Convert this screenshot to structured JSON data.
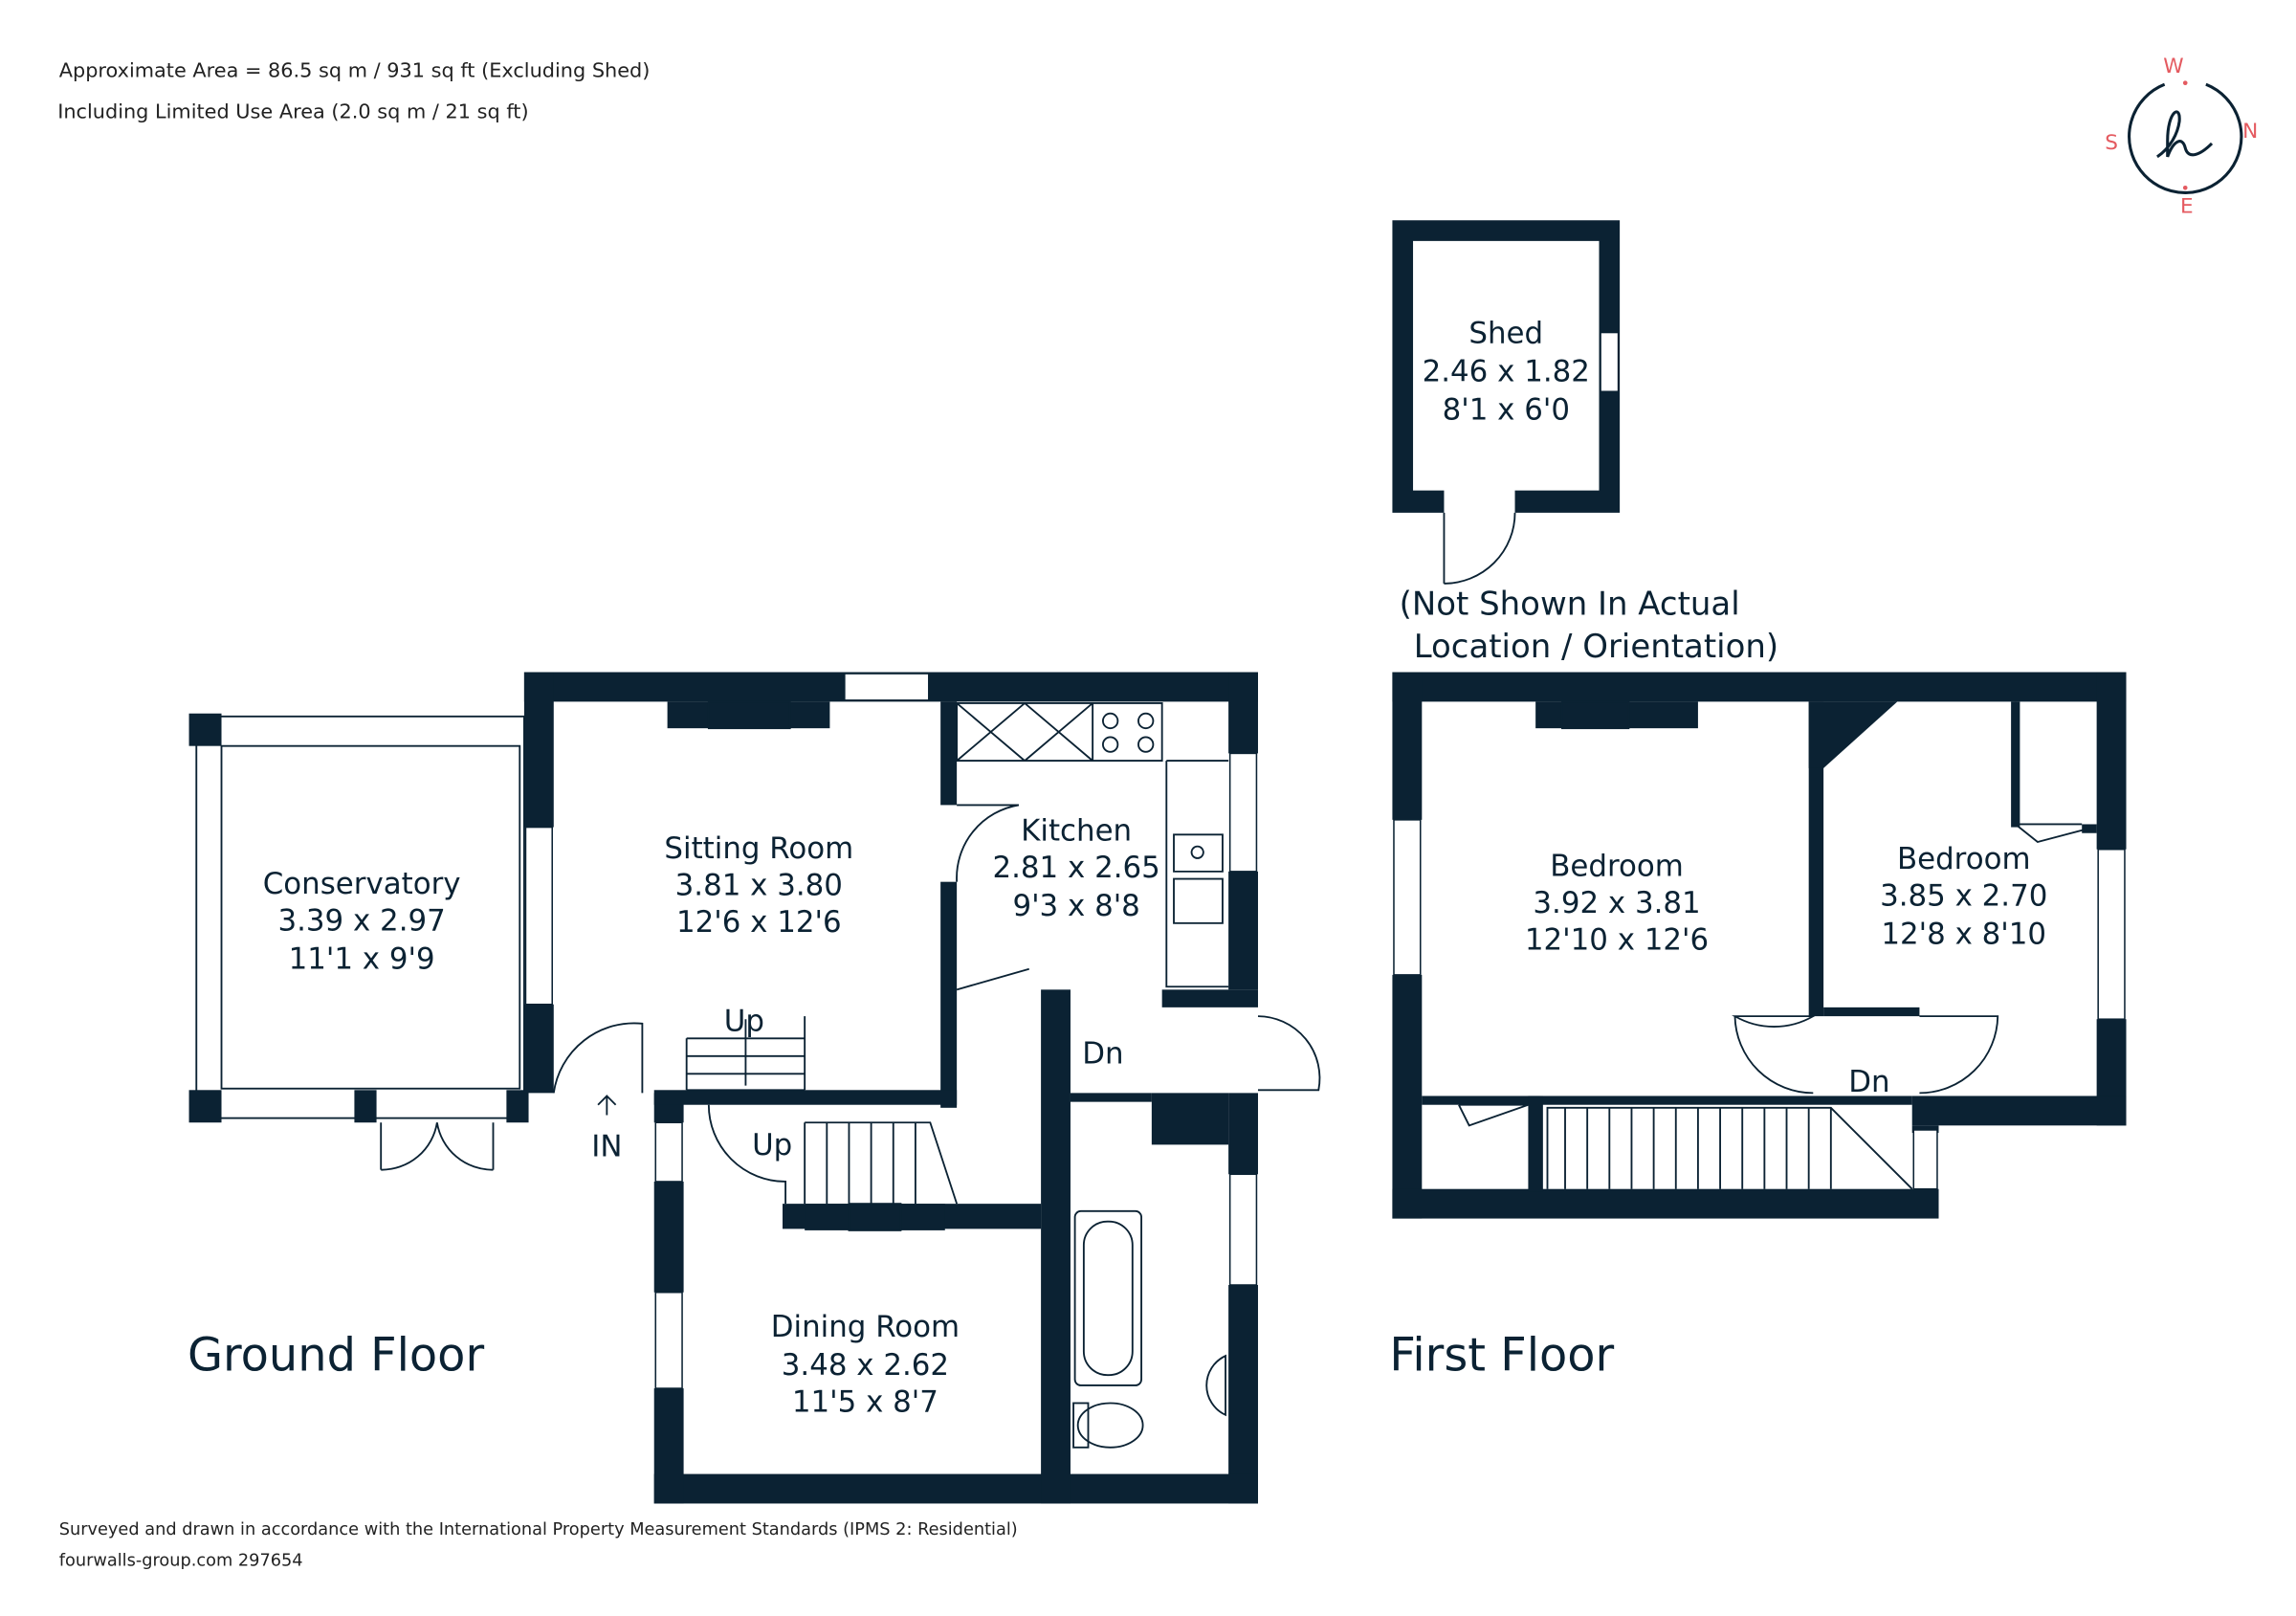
{
  "header": {
    "area_line": "Approximate Area = 86.5 sq m / 931 sq ft (Excluding Shed)",
    "limited_use_line": "Including Limited Use Area (2.0 sq m / 21 sq ft)"
  },
  "compass": {
    "w": "W",
    "n": "N",
    "s": "S",
    "e": "E",
    "logo": "h",
    "accent_color": "#e45a60"
  },
  "ground_floor": {
    "title": "Ground Floor",
    "rooms": [
      {
        "name": "Conservatory",
        "metric": "3.39 x 2.97",
        "imperial": "11'1 x 9'9"
      },
      {
        "name": "Sitting Room",
        "metric": "3.81 x 3.80",
        "imperial": "12'6 x 12'6"
      },
      {
        "name": "Kitchen",
        "metric": "2.81 x 2.65",
        "imperial": "9'3 x 8'8"
      },
      {
        "name": "Dining Room",
        "metric": "3.48 x 2.62",
        "imperial": "11'5 x 8'7"
      }
    ],
    "labels": {
      "up1": "Up",
      "up2": "Up",
      "dn": "Dn",
      "in": "IN"
    }
  },
  "shed": {
    "name": "Shed",
    "metric": "2.46 x 1.82",
    "imperial": "8'1 x 6'0",
    "note1": "(Not Shown In Actual",
    "note2": "Location / Orientation)"
  },
  "first_floor": {
    "title": "First Floor",
    "rooms": [
      {
        "name": "Bedroom",
        "metric": "3.92 x 3.81",
        "imperial": "12'10 x 12'6"
      },
      {
        "name": "Bedroom",
        "metric": "3.85 x 2.70",
        "imperial": "12'8 x 8'10"
      }
    ],
    "labels": {
      "dn": "Dn"
    }
  },
  "footer": {
    "standard": "Surveyed and drawn in accordance with the International Property Measurement Standards (IPMS 2: Residential)",
    "ref": "fourwalls-group.com 297654"
  },
  "colors": {
    "wall": "#0b2233",
    "accent": "#e45a60"
  }
}
